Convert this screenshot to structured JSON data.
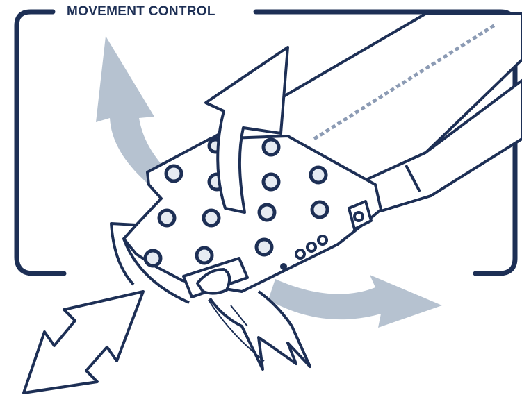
{
  "title": "MOVEMENT CONTROL",
  "colors": {
    "ink": "#1d2f55",
    "arrow_fill": "#a9b7c8",
    "background": "#ffffff"
  },
  "icons": [
    "frame-bracket",
    "stapler-instrument-illustration",
    "curved-rotation-arrow",
    "up-arrow",
    "double-headed-arrow"
  ]
}
